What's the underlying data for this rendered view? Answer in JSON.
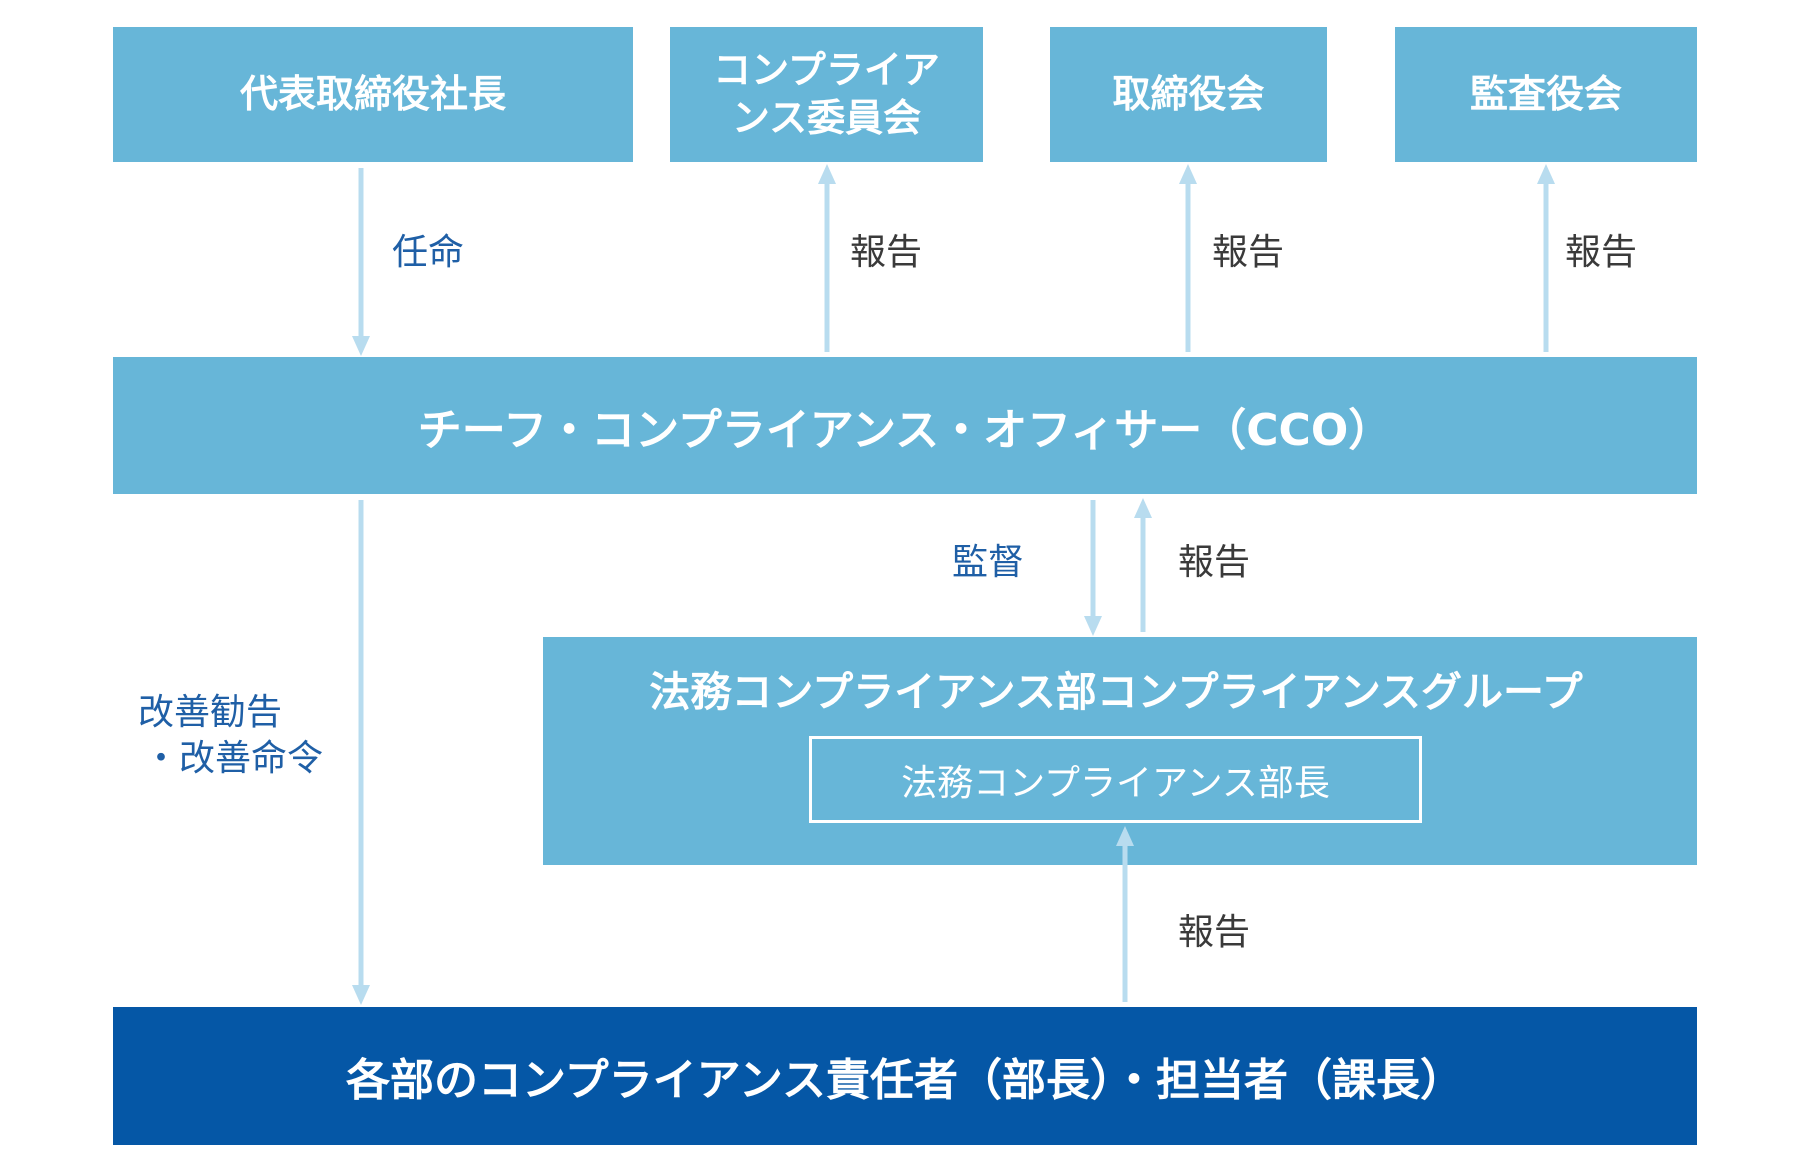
{
  "boxes": {
    "president": "代表取締役社長",
    "committee_line1": "コンプライア",
    "committee_line2": "ンス委員会",
    "board": "取締役会",
    "auditors": "監査役会",
    "cco": "チーフ・コンプライアンス・オフィサー（CCO）",
    "group_title": "法務コンプライアンス部コンプライアンスグループ",
    "group_head": "法務コンプライアンス部長",
    "dept_managers": "各部のコンプライアンス責任者（部長）・担当者（課長）"
  },
  "labels": {
    "appoint": "任命",
    "report_committee": "報告",
    "report_board": "報告",
    "report_auditors": "報告",
    "supervise": "監督",
    "report_group": "報告",
    "advice_line1": "改善勧告",
    "advice_line2": "・改善命令",
    "report_dept": "報告"
  },
  "colors": {
    "box": "#67b6d8",
    "dark_box": "#0557a6",
    "arrow": "#b8dcef",
    "blue_text": "#1f5fa6",
    "dark_text": "#3a3a3a"
  }
}
